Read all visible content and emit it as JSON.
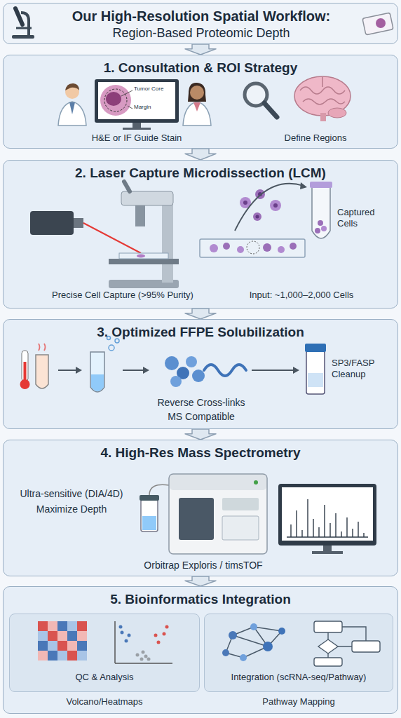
{
  "diagram": {
    "nodes": [
      {
        "text": [
          "Our High-Resolution Spatial Workflow:",
          "Region-Based Proteomic Depth"
        ]
      },
      {
        "text": [
          "1. Consultation & ROI Strategy"
        ]
      },
      {
        "text": [
          "2. Laser Capture Microdissection (LCM)"
        ]
      },
      {
        "text": [
          "3. Optimized FFPE Solubilization"
        ]
      },
      {
        "text": [
          "4. High-Res Mass Spectrometry"
        ]
      },
      {
        "text": [
          "5. Bioinformatics Integration"
        ]
      },
      {
        "text": [
          "QC & Analysis"
        ],
        "in": 5
      },
      {
        "text": [
          "Integration (scRNA-seq/Pathway)"
        ],
        "in": 5
      }
    ],
    "edges": [
      {
        "from": 0,
        "to": 1,
        "arrow": "to"
      },
      {
        "from": 1,
        "to": 2,
        "arrow": "to"
      },
      {
        "from": 2,
        "to": 3,
        "arrow": "to"
      },
      {
        "from": 3,
        "to": 4,
        "arrow": "to"
      },
      {
        "from": 4,
        "to": 5,
        "arrow": "to"
      }
    ],
    "labels": [
      "Tumor Core",
      "Margin",
      "H&E or IF Guide Stain",
      "Define Regions",
      "Precise Cell Capture (>95% Purity)",
      "Captured Cells",
      "Input: ~1,000–2,000 Cells",
      "Reverse Cross-links",
      "MS Compatible",
      "SP3/FASP Cleanup",
      "Ultra-sensitive (DIA/4D)",
      "Maximize Depth",
      "Orbitrap Exploris / timsTOF",
      "Volcano/Heatmaps",
      "Pathway Mapping"
    ]
  }
}
